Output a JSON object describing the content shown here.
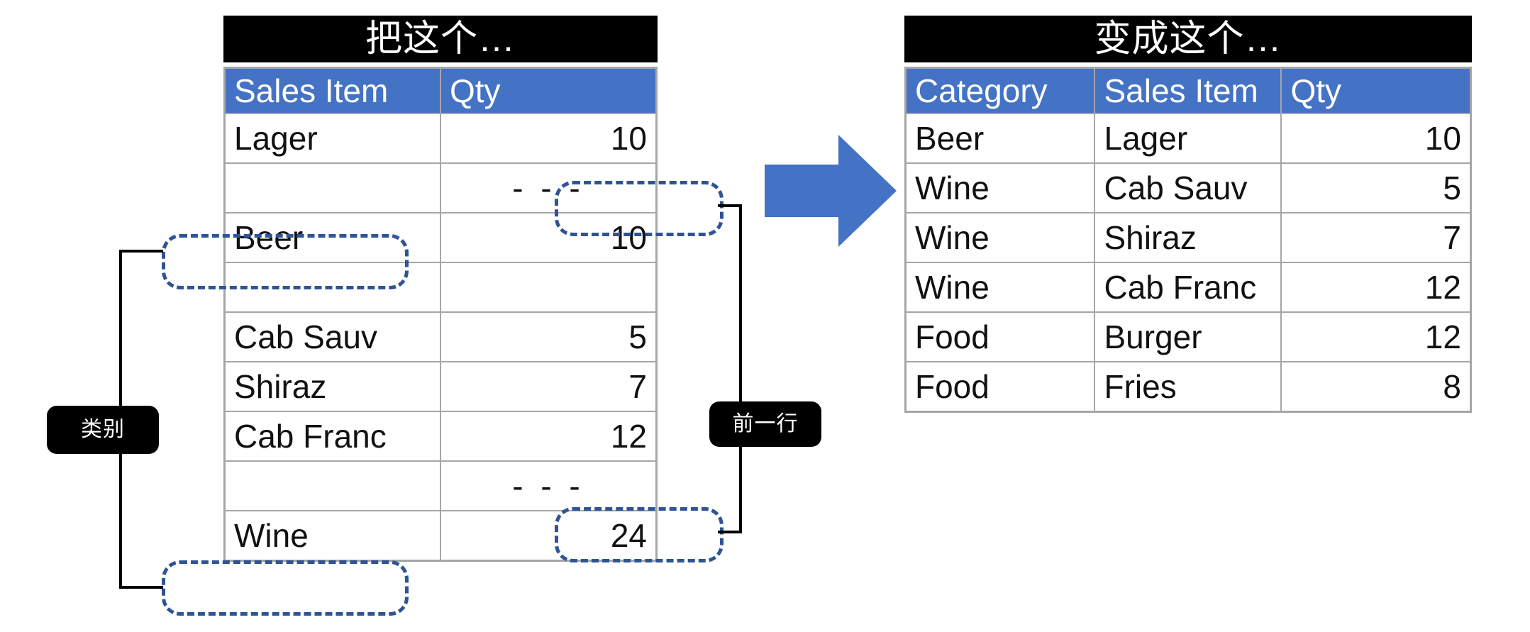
{
  "left_panel": {
    "banner_title": "把这个…",
    "table": {
      "headers": [
        "Sales Item",
        "Qty"
      ],
      "rows": [
        {
          "item": "Lager",
          "qty": "10"
        },
        {
          "item": "",
          "qty": "- - -"
        },
        {
          "item": "Beer",
          "qty": "10"
        },
        {
          "item": "",
          "qty": ""
        },
        {
          "item": "Cab Sauv",
          "qty": "5"
        },
        {
          "item": "Shiraz",
          "qty": "7"
        },
        {
          "item": "Cab Franc",
          "qty": "12"
        },
        {
          "item": "",
          "qty": "- - -"
        },
        {
          "item": "Wine",
          "qty": "24"
        }
      ]
    }
  },
  "right_panel": {
    "banner_title": "变成这个…",
    "table": {
      "headers": [
        "Category",
        "Sales Item",
        "Qty"
      ],
      "rows": [
        {
          "category": "Beer",
          "item": "Lager",
          "qty": "10"
        },
        {
          "category": "Wine",
          "item": "Cab Sauv",
          "qty": "5"
        },
        {
          "category": "Wine",
          "item": "Shiraz",
          "qty": "7"
        },
        {
          "category": "Wine",
          "item": "Cab Franc",
          "qty": "12"
        },
        {
          "category": "Food",
          "item": "Burger",
          "qty": "12"
        },
        {
          "category": "Food",
          "item": "Fries",
          "qty": "8"
        }
      ]
    }
  },
  "annotations": {
    "category_label": "类别",
    "previous_row_label": "前一行"
  },
  "colors": {
    "header_blue": "#4472C4",
    "arrow_blue": "#4472C4",
    "banner_black": "#000000",
    "grid_gray": "#A6A6A6",
    "callout_dash_blue": "#2E5496"
  }
}
